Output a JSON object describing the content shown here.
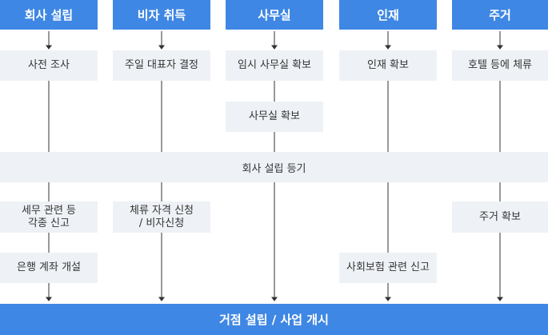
{
  "columns": [
    {
      "title": "회사 설립"
    },
    {
      "title": "비자 취득"
    },
    {
      "title": "사무실"
    },
    {
      "title": "인재"
    },
    {
      "title": "주거"
    }
  ],
  "steps": {
    "company_survey": "사전 조사",
    "visa_representative": "주일 대표자 결정",
    "office_temp": "임시 사무실 확보",
    "talent_secure": "인재 확보",
    "housing_hotel": "호텔 등에 체류",
    "office_secure": "사무실 확보",
    "registration": "회사 설립 등기",
    "tax_line1": "세무 관련 등",
    "tax_line2": "각종 신고",
    "residence_line1": "체류 자격 신청",
    "residence_line2": "/ 비자신청",
    "housing_secure": "주거 확보",
    "bank_account": "은행 계좌 개설",
    "social_insurance": "사회보험 관련 신고"
  },
  "footer": "거점 설립 / 사업 개시",
  "colors": {
    "accent": "#3f87e4",
    "box": "#eef2f6",
    "line": "#333333"
  }
}
